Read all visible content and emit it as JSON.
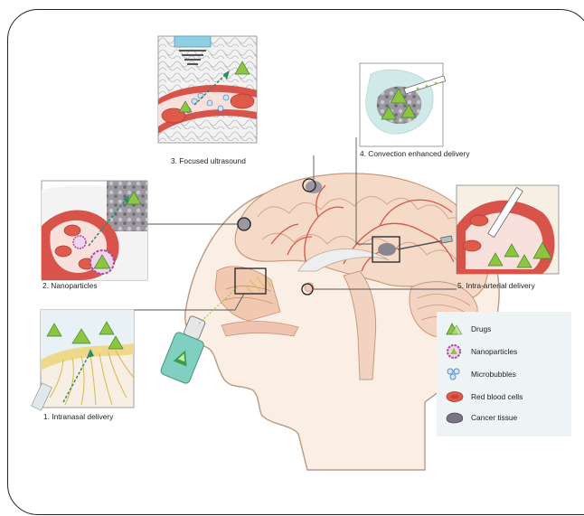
{
  "panels": {
    "intranasal": "1. Intranasal delivery",
    "nanoparticles": "2. Nanoparticles",
    "ultrasound": "3. Focused ultrasound",
    "convection": "4. Convection enhanced delivery",
    "intraarterial": "5. Intra-arterial delivery"
  },
  "legend": [
    {
      "icon": "drugs-icon",
      "label": "Drugs"
    },
    {
      "icon": "nanoparticles-icon",
      "label": "Nanoparticles"
    },
    {
      "icon": "microbubbles-icon",
      "label": "Microbubbles"
    },
    {
      "icon": "red-blood-cells-icon",
      "label": "Red blood cells"
    },
    {
      "icon": "cancer-tissue-icon",
      "label": "Cancer tissue"
    }
  ],
  "colors": {
    "drug": "#8cc63f",
    "red_cell": "#e05a4a",
    "vessel": "#d8544a",
    "nanoparticle": "#a64d9a",
    "microbubble": "#5a8fc7",
    "cancer": "#7a7480",
    "brain": "#f6dfcd",
    "nerve": "#d8c050"
  }
}
